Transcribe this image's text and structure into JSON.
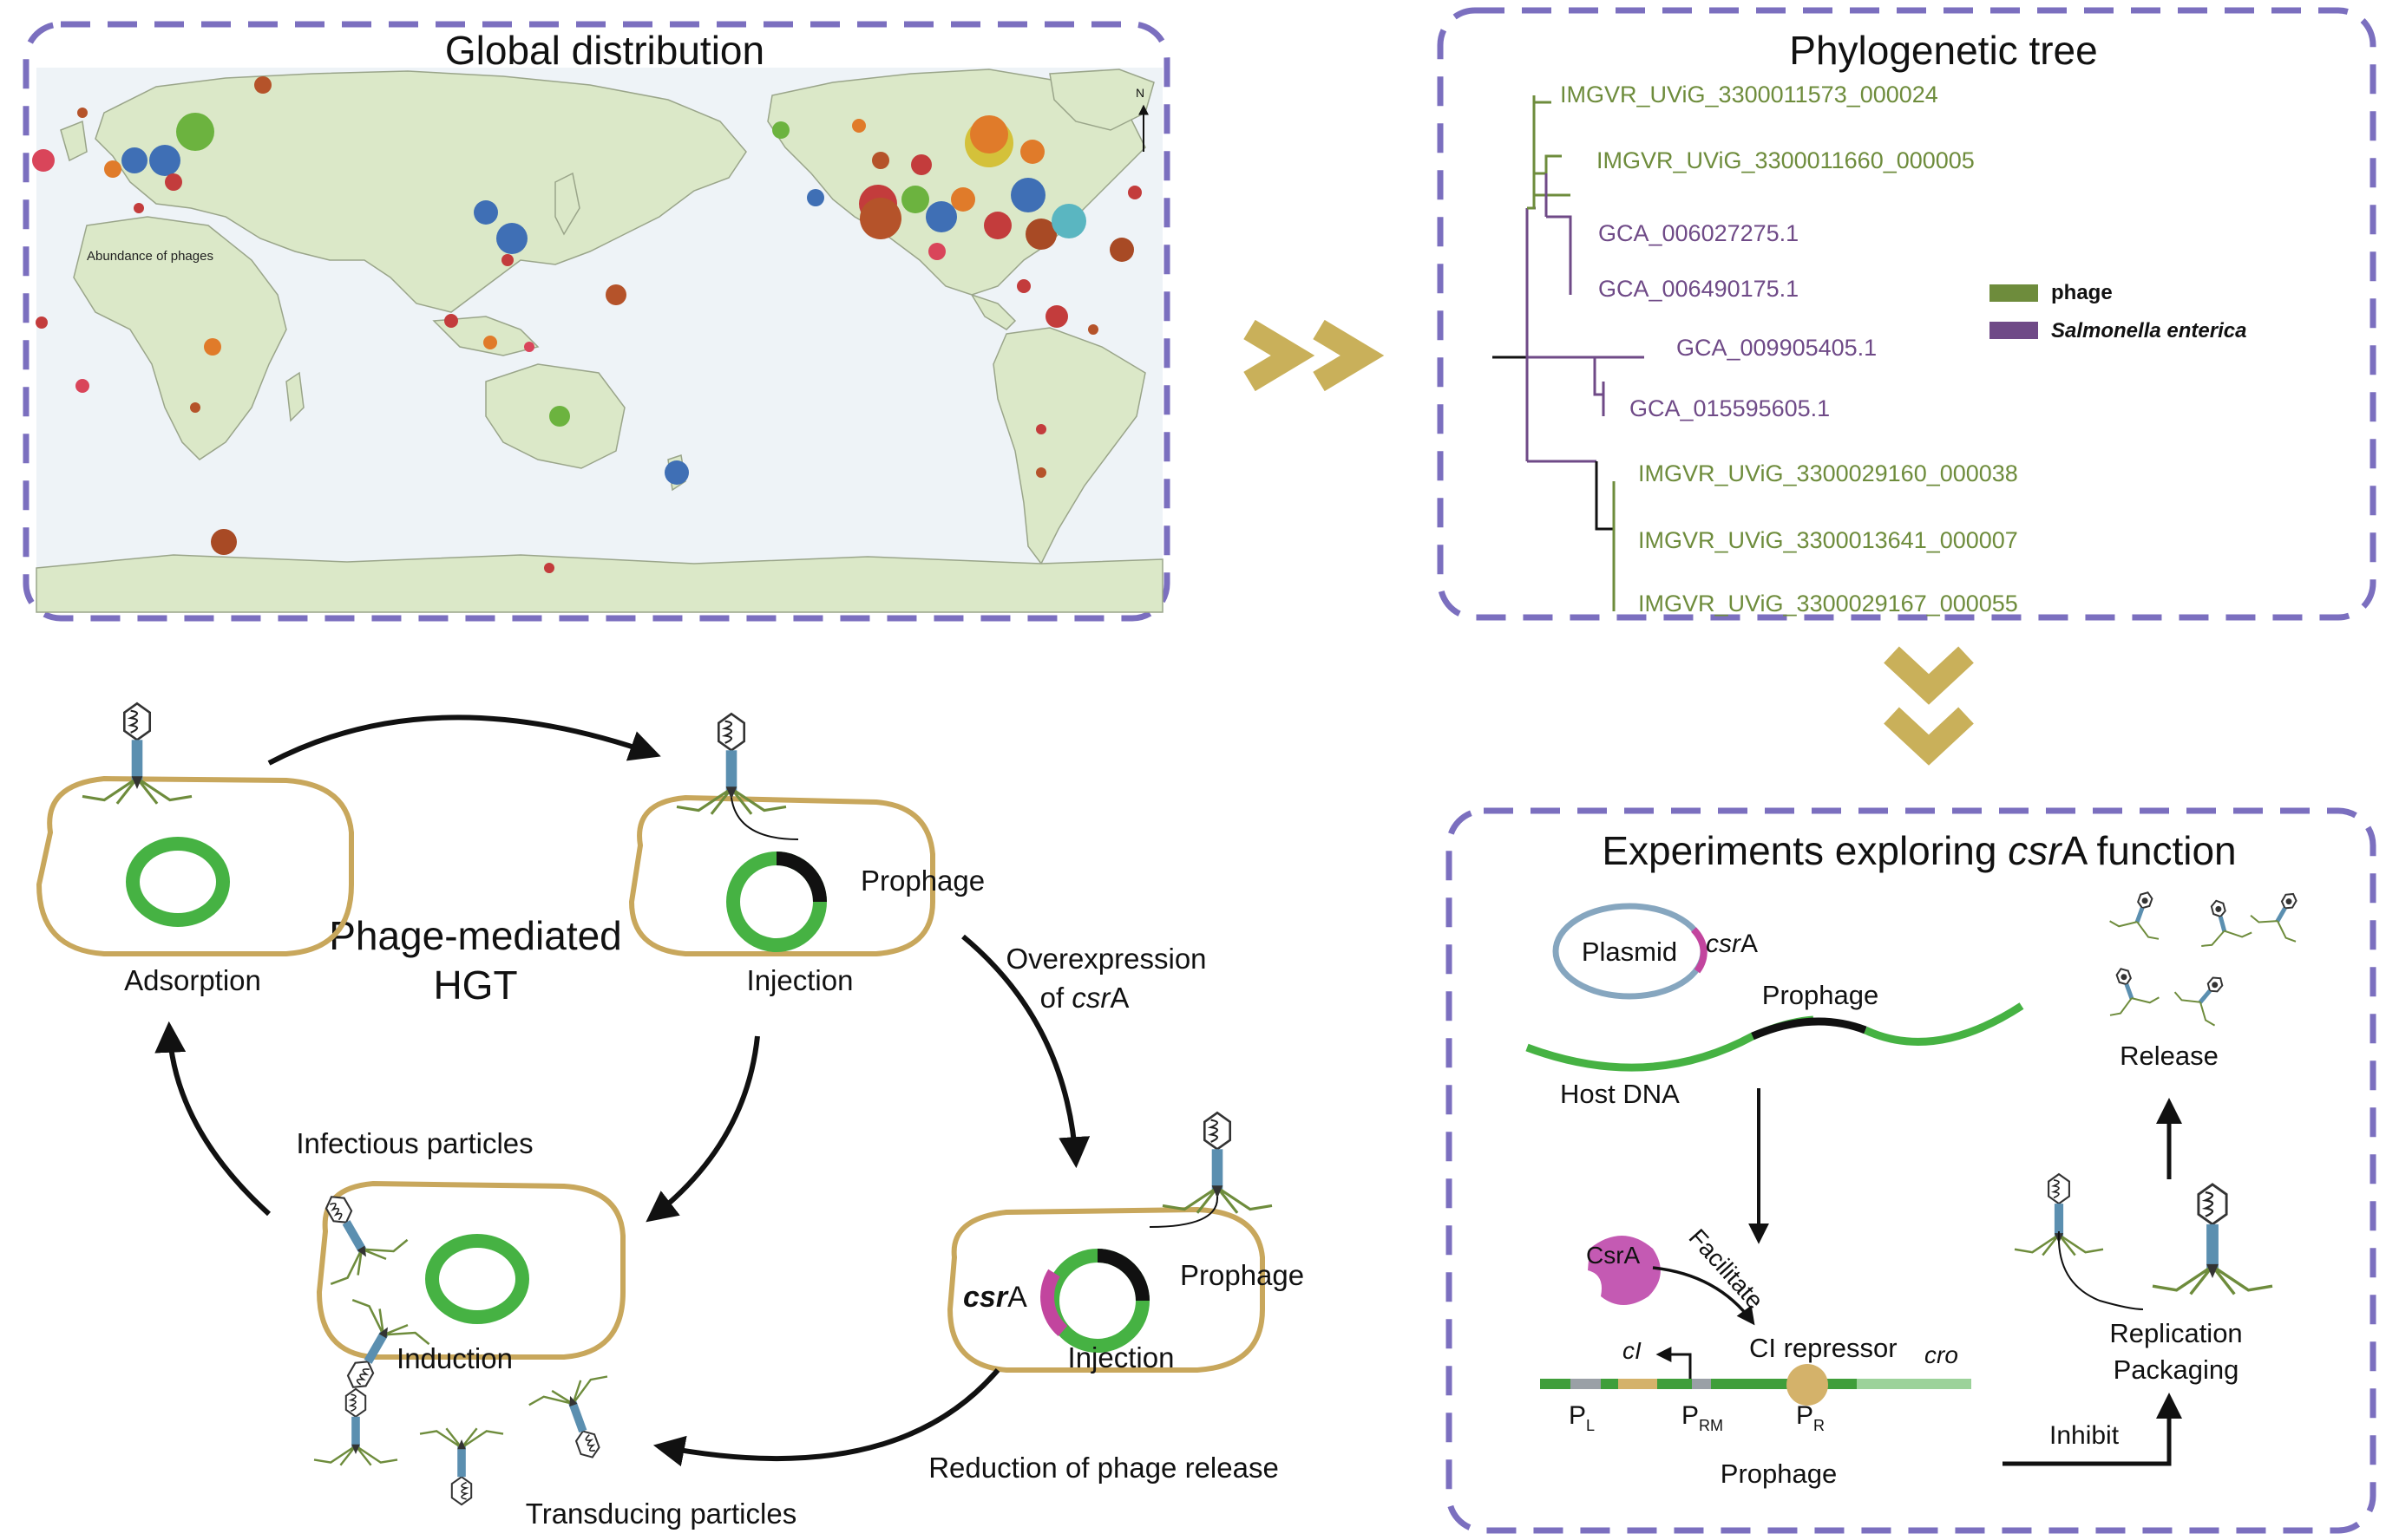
{
  "panels": {
    "map": {
      "title": "Global distribution",
      "legend_label": "Abundance of phages",
      "north_label": "N"
    },
    "tree": {
      "title": "Phylogenetic tree",
      "leaves": [
        "IMGVR_UViG_3300011573_000024",
        "IMGVR_UViG_3300011660_000005",
        "GCA_006027275.1",
        "GCA_006490175.1",
        "GCA_009905405.1",
        "GCA_015595605.1",
        "IMGVR_UViG_3300029160_000038",
        "IMGVR_UViG_3300013641_000007",
        "IMGVR_UViG_3300029167_000055"
      ],
      "legend": {
        "phage": "phage",
        "host": "Salmonella enterica"
      }
    },
    "experiments": {
      "title_pre": "Experiments exploring ",
      "title_gene": "csr",
      "title_post": "A function",
      "plasmid": "Plasmid",
      "csrA_italic": "csr",
      "csrA_plain": "A",
      "prophage_top": "Prophage",
      "host_dna": "Host DNA",
      "csra_protein": "CsrA",
      "facilitate": "Facilitate",
      "ci_gene": "cI",
      "ci_repressor": "CI repressor",
      "cro": "cro",
      "pl_main": "P",
      "pl_sub": "L",
      "prm_main": "P",
      "prm_sub": "RM",
      "pr_main": "P",
      "pr_sub": "R",
      "prophage_bottom": "Prophage",
      "inhibit": "Inhibit",
      "replication": "Replication",
      "packaging": "Packaging",
      "release": "Release"
    },
    "cycle": {
      "center_line1": "Phage-mediated",
      "center_line2": "HGT",
      "adsorption": "Adsorption",
      "injection_top": "Injection",
      "prophage_top": "Prophage",
      "overexpression_line1": "Overexpression",
      "overexpression_line2_pre": "of ",
      "overexpression_gene": "csr",
      "overexpression_line2_post": "A",
      "injection_bottom": "Injection",
      "prophage_right": "Prophage",
      "csrA_bold": "csr",
      "csrA_plain": "A",
      "reduction": "Reduction of phage release",
      "transducing": "Transducing particles",
      "induction": "Induction",
      "infectious": "Infectious particles"
    }
  },
  "colors": {
    "frame_dash": "#7b6fbf",
    "land": "#dbe8c8",
    "phage_green": "#6e8c3c",
    "host_purple": "#6f4a87",
    "chevron": "#c9b05a",
    "cell": "#c8a75c",
    "ring_green": "#46b243",
    "magenta": "#c2459e",
    "plasmid_blue": "#86a6bf"
  }
}
